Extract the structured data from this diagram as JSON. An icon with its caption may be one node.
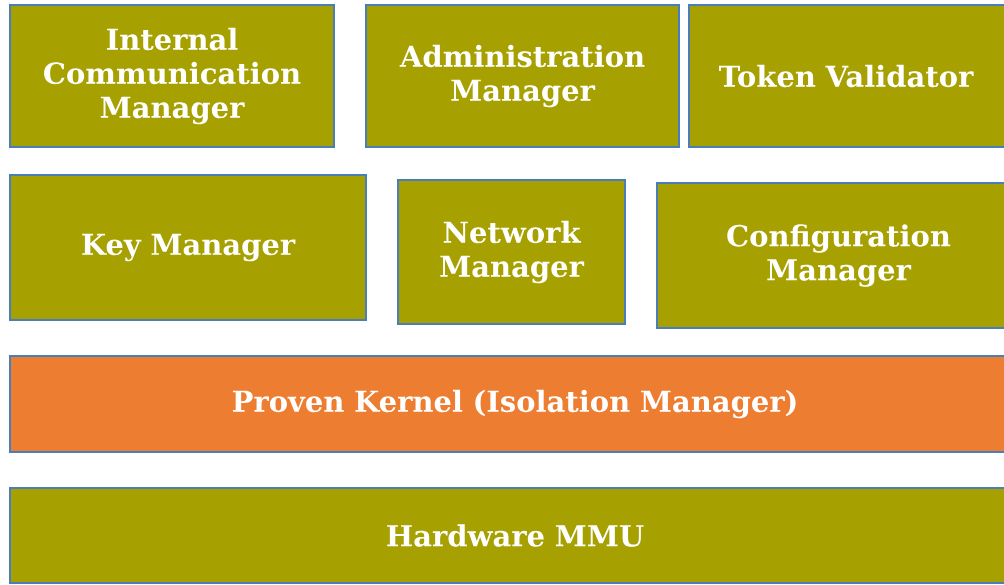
{
  "diagram": {
    "nodes": [
      {
        "text": [
          "Internal Communication Manager"
        ]
      },
      {
        "text": [
          "Administration Manager"
        ]
      },
      {
        "text": [
          "Token Validator"
        ]
      },
      {
        "text": [
          "Key Manager"
        ]
      },
      {
        "text": [
          "Network Manager"
        ]
      },
      {
        "text": [
          "Configuration Manager"
        ]
      },
      {
        "text": [
          "Proven Kernel (Isolation Manager)"
        ]
      },
      {
        "text": [
          "Hardware MMU"
        ]
      }
    ]
  }
}
